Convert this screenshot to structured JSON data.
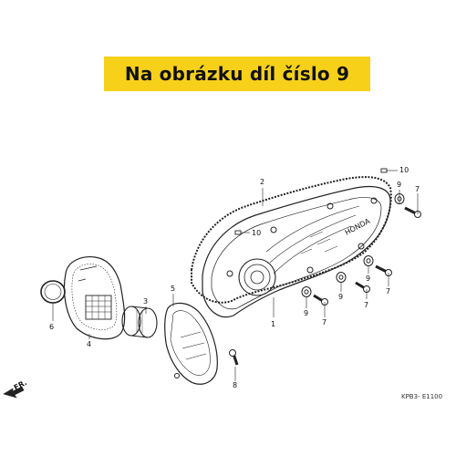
{
  "banner": {
    "text": "Na obrázku díl číslo 9"
  },
  "diagram": {
    "callouts": {
      "c1": "1",
      "c2": "2",
      "c3": "3",
      "c4": "4",
      "c5": "5",
      "c6": "6",
      "c7a": "7",
      "c7b": "7",
      "c7c": "7",
      "c7d": "7",
      "c8": "8",
      "c9a": "9",
      "c9b": "9",
      "c9c": "9",
      "c9d": "9",
      "c10a": "10",
      "c10b": "10"
    },
    "brand_mark": "HONDA",
    "front_arrow": "FR.",
    "figure_code": "KPB3- E1100"
  },
  "colors": {
    "banner": "#f7d01a",
    "line": "#222222"
  }
}
